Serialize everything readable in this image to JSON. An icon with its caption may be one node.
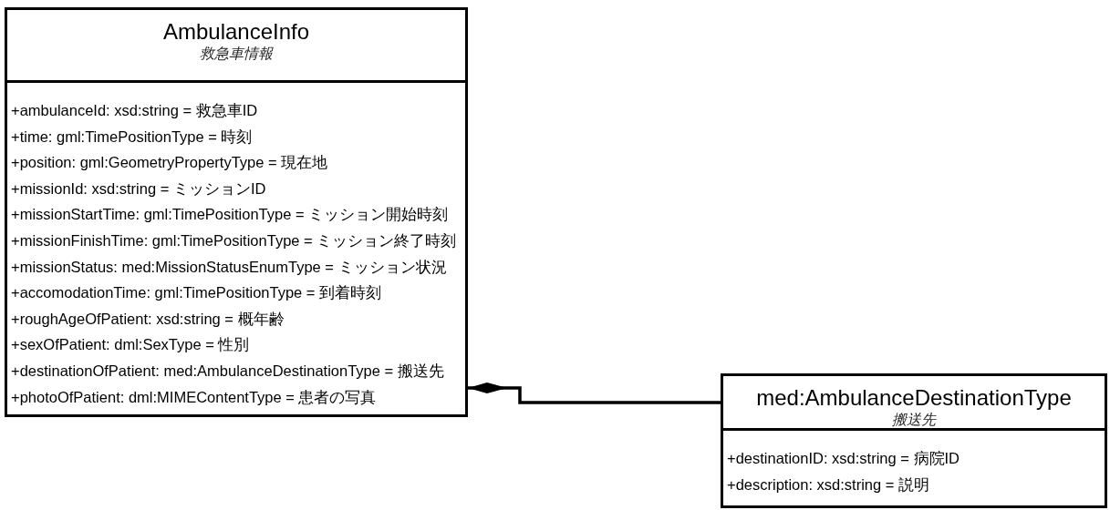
{
  "diagram": {
    "nodes": [
      {
        "text": [
          "AmbulanceInfo",
          "救急車情報",
          "+ambulanceId: xsd:string = 救急車ID",
          "+time: gml:TimePositionType = 時刻",
          "+position: gml:GeometryPropertyType = 現在地",
          "+missionId: xsd:string = ミッションID",
          "+missionStartTime: gml:TimePositionType = ミッション開始時刻",
          "+missionFinishTime: gml:TimePositionType = ミッション終了時刻",
          "+missionStatus: med:MissionStatusEnumType = ミッション状況",
          "+accomodationTime: gml:TimePositionType = 到着時刻",
          "+roughAgeOfPatient: xsd:string = 概年齢",
          "+sexOfPatient: dml:SexType = 性別",
          "+destinationOfPatient: med:AmbulanceDestinationType = 搬送先",
          "+photoOfPatient: dml:MIMEContentType = 患者の写真"
        ]
      },
      {
        "text": [
          "med:AmbulanceDestinationType",
          "搬送先",
          "+destinationID: xsd:string = 病院ID",
          "+description: xsd:string = 説明"
        ]
      }
    ],
    "edges": [
      {
        "from": 0,
        "to": 1,
        "arrow": "other"
      }
    ]
  }
}
